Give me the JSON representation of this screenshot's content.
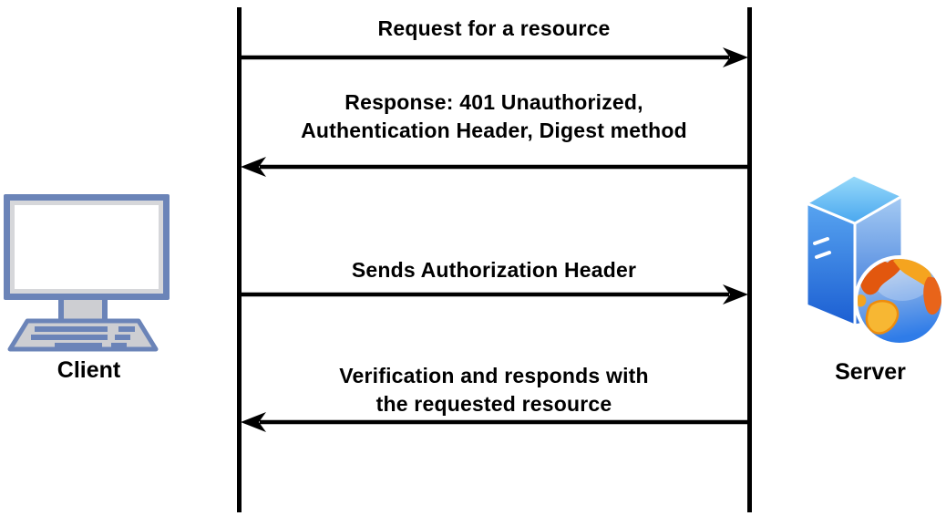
{
  "diagram": {
    "type": "sequence",
    "actors": {
      "client": {
        "label": "Client",
        "icon": "desktop-computer-icon"
      },
      "server": {
        "label": "Server",
        "icon": "server-globe-icon"
      }
    },
    "messages": [
      {
        "from": "client",
        "to": "server",
        "direction": "right",
        "lines": [
          "Request for a resource"
        ]
      },
      {
        "from": "server",
        "to": "client",
        "direction": "left",
        "lines": [
          "Response: 401 Unauthorized,",
          "Authentication Header, Digest method"
        ]
      },
      {
        "from": "client",
        "to": "server",
        "direction": "right",
        "lines": [
          "Sends Authorization Header"
        ]
      },
      {
        "from": "server",
        "to": "client",
        "direction": "left",
        "lines": [
          "Verification and responds with",
          "the requested resource"
        ]
      }
    ],
    "colors": {
      "line": "#000000",
      "text": "#000000",
      "client_blue": "#6b84b8",
      "client_gray": "#cdced2",
      "server_blue_light": "#9adcfa",
      "server_blue_dark": "#1d5fd2",
      "globe_ocean": "#2f7ce8",
      "globe_land_gold": "#f5a41f",
      "globe_land_orange": "#e2570e"
    }
  }
}
